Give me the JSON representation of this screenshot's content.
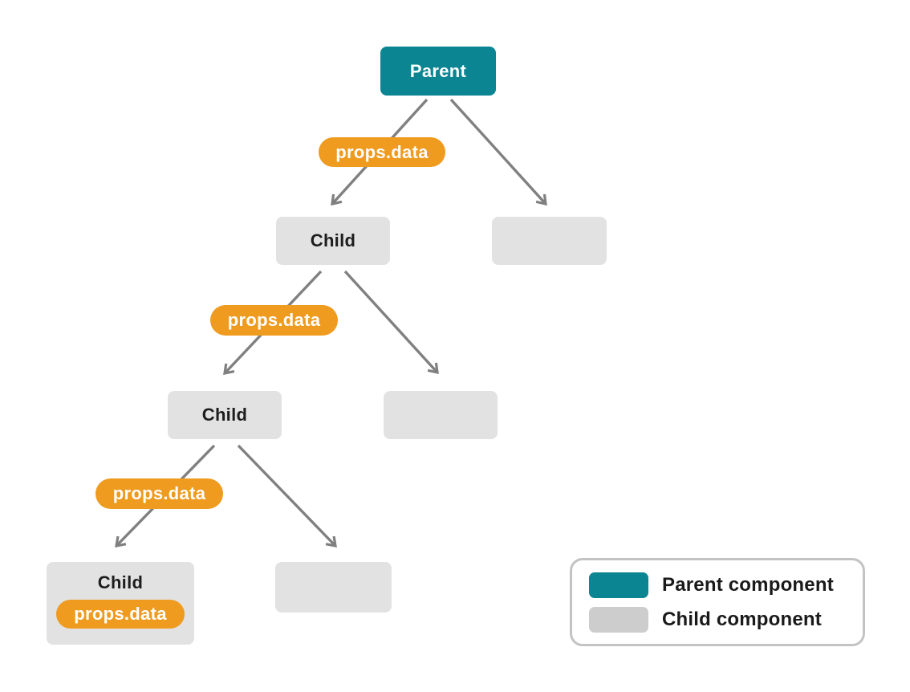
{
  "colors": {
    "parent_fill": "#0a8591",
    "child_fill": "#e2e2e2",
    "prop_pill_fill": "#ee9b1f",
    "arrow": "#808080",
    "legend_border": "#c3c3c3",
    "legend_child_swatch": "#cdcdcd"
  },
  "nodes": {
    "parent": {
      "label": "Parent"
    },
    "child_level1": {
      "label": "Child"
    },
    "child_level2": {
      "label": "Child"
    },
    "child_level3": {
      "label": "Child"
    }
  },
  "prop_labels": {
    "level1": "props.data",
    "level2": "props.data",
    "level3": "props.data",
    "inner": "props.data"
  },
  "legend": {
    "items": [
      {
        "label": "Parent component"
      },
      {
        "label": "Child component"
      }
    ]
  }
}
